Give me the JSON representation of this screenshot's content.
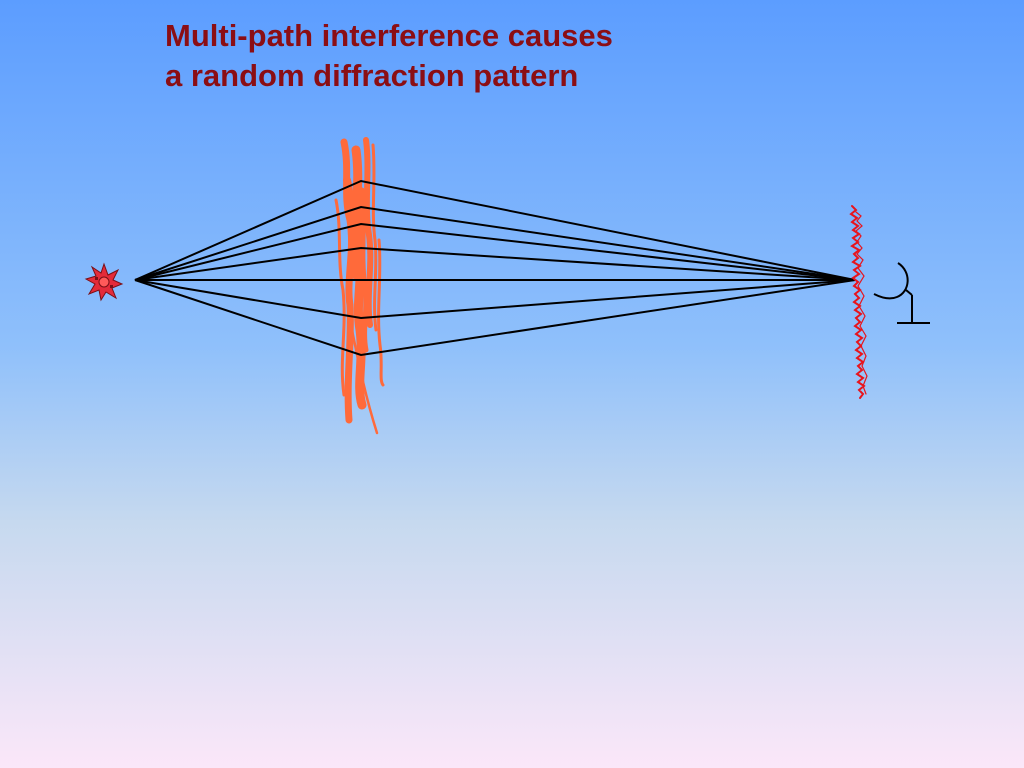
{
  "slide": {
    "title_line1": "Multi-path interference causes",
    "title_line2": "a random diffraction pattern"
  },
  "diagram": {
    "elements": {
      "source": "star-source-icon",
      "screen": "turbulent-screen",
      "pattern": "diffraction-pattern",
      "receiver": "dish-antenna-icon"
    },
    "ray_count": 7
  },
  "colors": {
    "title": "#8b0e14",
    "background_top": "#5c9dff",
    "background_bottom": "#fbe7f9",
    "screen": "#ff6a3a",
    "pattern": "#e8141c",
    "rays": "#000000"
  }
}
